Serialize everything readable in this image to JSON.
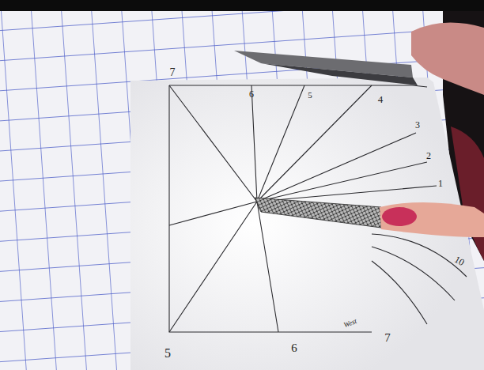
{
  "diagram": {
    "labels": [
      "7",
      "6",
      "5",
      "4",
      "3",
      "2",
      "1",
      "10",
      "5",
      "6",
      "7",
      "West"
    ]
  }
}
